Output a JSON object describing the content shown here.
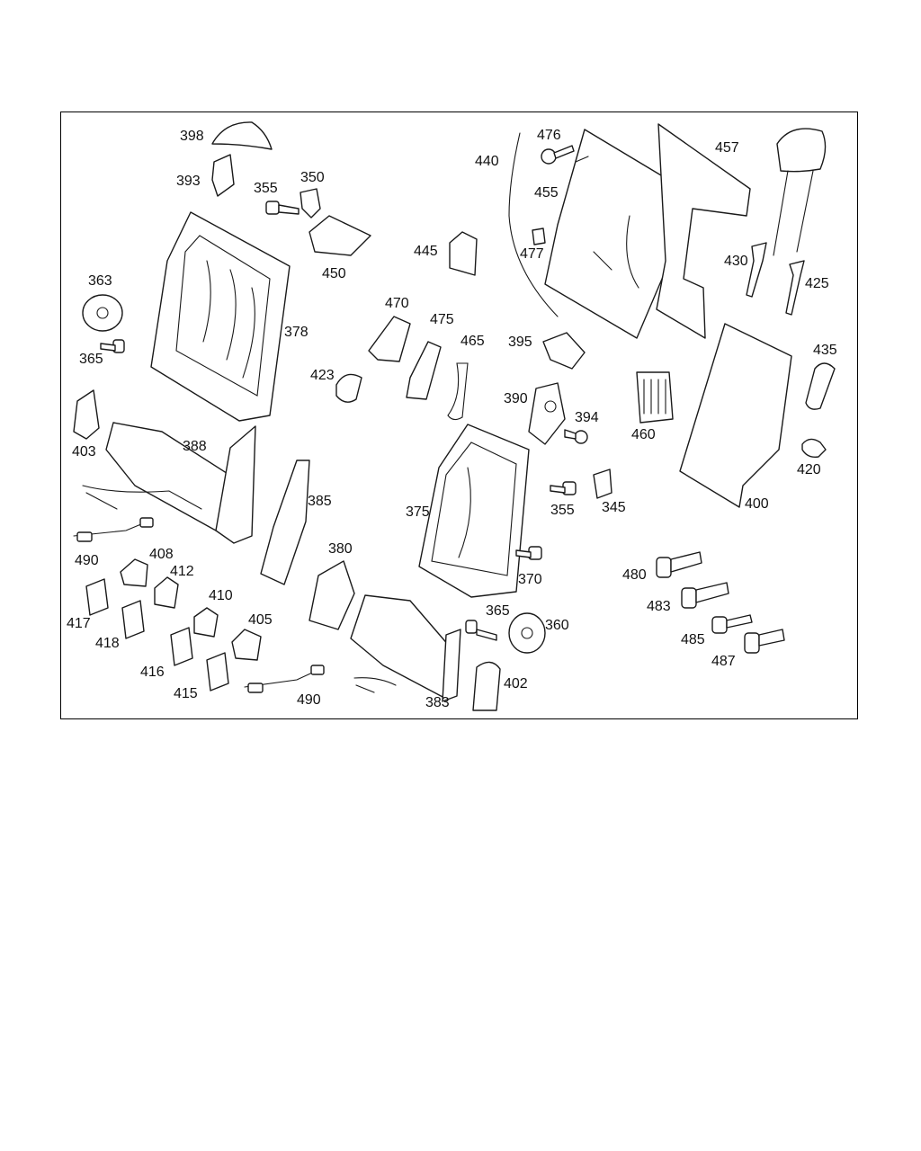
{
  "diagram": {
    "labels": [
      {
        "id": "l398",
        "text": "398"
      },
      {
        "id": "l393",
        "text": "393"
      },
      {
        "id": "l355a",
        "text": "355"
      },
      {
        "id": "l350",
        "text": "350"
      },
      {
        "id": "l450",
        "text": "450"
      },
      {
        "id": "l363",
        "text": "363"
      },
      {
        "id": "l365a",
        "text": "365"
      },
      {
        "id": "l378",
        "text": "378"
      },
      {
        "id": "l403",
        "text": "403"
      },
      {
        "id": "l388",
        "text": "388"
      },
      {
        "id": "l385",
        "text": "385"
      },
      {
        "id": "l490a",
        "text": "490"
      },
      {
        "id": "l408",
        "text": "408"
      },
      {
        "id": "l412",
        "text": "412"
      },
      {
        "id": "l417",
        "text": "417"
      },
      {
        "id": "l418",
        "text": "418"
      },
      {
        "id": "l410",
        "text": "410"
      },
      {
        "id": "l405",
        "text": "405"
      },
      {
        "id": "l416",
        "text": "416"
      },
      {
        "id": "l415",
        "text": "415"
      },
      {
        "id": "l490b",
        "text": "490"
      },
      {
        "id": "l380",
        "text": "380"
      },
      {
        "id": "l445",
        "text": "445"
      },
      {
        "id": "l470",
        "text": "470"
      },
      {
        "id": "l475",
        "text": "475"
      },
      {
        "id": "l465",
        "text": "465"
      },
      {
        "id": "l423",
        "text": "423"
      },
      {
        "id": "l440",
        "text": "440"
      },
      {
        "id": "l476",
        "text": "476"
      },
      {
        "id": "l455",
        "text": "455"
      },
      {
        "id": "l477",
        "text": "477"
      },
      {
        "id": "l395",
        "text": "395"
      },
      {
        "id": "l390",
        "text": "390"
      },
      {
        "id": "l394",
        "text": "394"
      },
      {
        "id": "l375",
        "text": "375"
      },
      {
        "id": "l355b",
        "text": "355"
      },
      {
        "id": "l345",
        "text": "345"
      },
      {
        "id": "l370",
        "text": "370"
      },
      {
        "id": "l365b",
        "text": "365"
      },
      {
        "id": "l360",
        "text": "360"
      },
      {
        "id": "l383",
        "text": "383"
      },
      {
        "id": "l402",
        "text": "402"
      },
      {
        "id": "l457",
        "text": "457"
      },
      {
        "id": "l430",
        "text": "430"
      },
      {
        "id": "l425",
        "text": "425"
      },
      {
        "id": "l435",
        "text": "435"
      },
      {
        "id": "l460",
        "text": "460"
      },
      {
        "id": "l420",
        "text": "420"
      },
      {
        "id": "l400",
        "text": "400"
      },
      {
        "id": "l480",
        "text": "480"
      },
      {
        "id": "l483",
        "text": "483"
      },
      {
        "id": "l485",
        "text": "485"
      },
      {
        "id": "l487",
        "text": "487"
      }
    ]
  }
}
